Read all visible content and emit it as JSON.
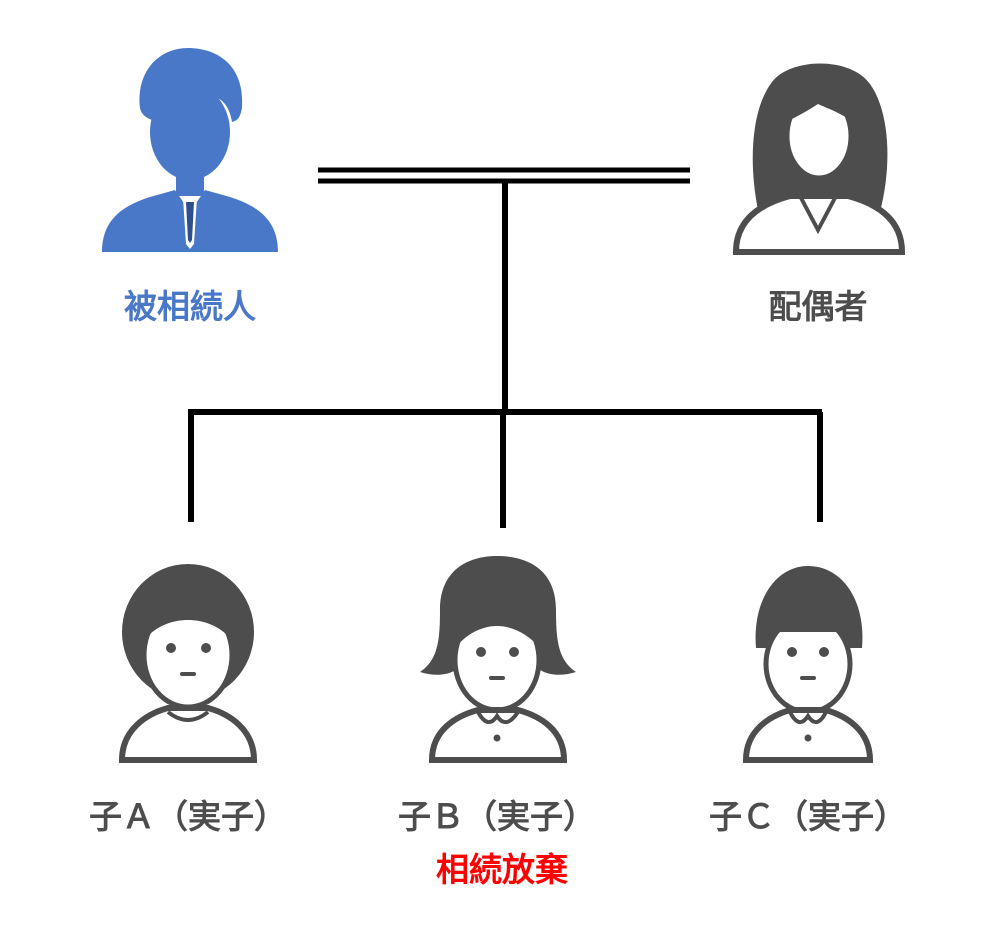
{
  "colors": {
    "deceased": "#4a78c8",
    "person": "#4d4d4d",
    "line": "#000000",
    "note": "#ff0000"
  },
  "icons": {
    "deceased": "businessman-icon",
    "spouse": "woman-icon",
    "child_a": "boy-icon",
    "child_b": "girl-icon",
    "child_c": "child-icon"
  },
  "people": {
    "deceased": "被相続人",
    "spouse": "配偶者",
    "child_a": "子Ａ（実子）",
    "child_b": "子Ｂ（実子）",
    "child_c": "子Ｃ（実子）"
  },
  "note": "相続放棄"
}
